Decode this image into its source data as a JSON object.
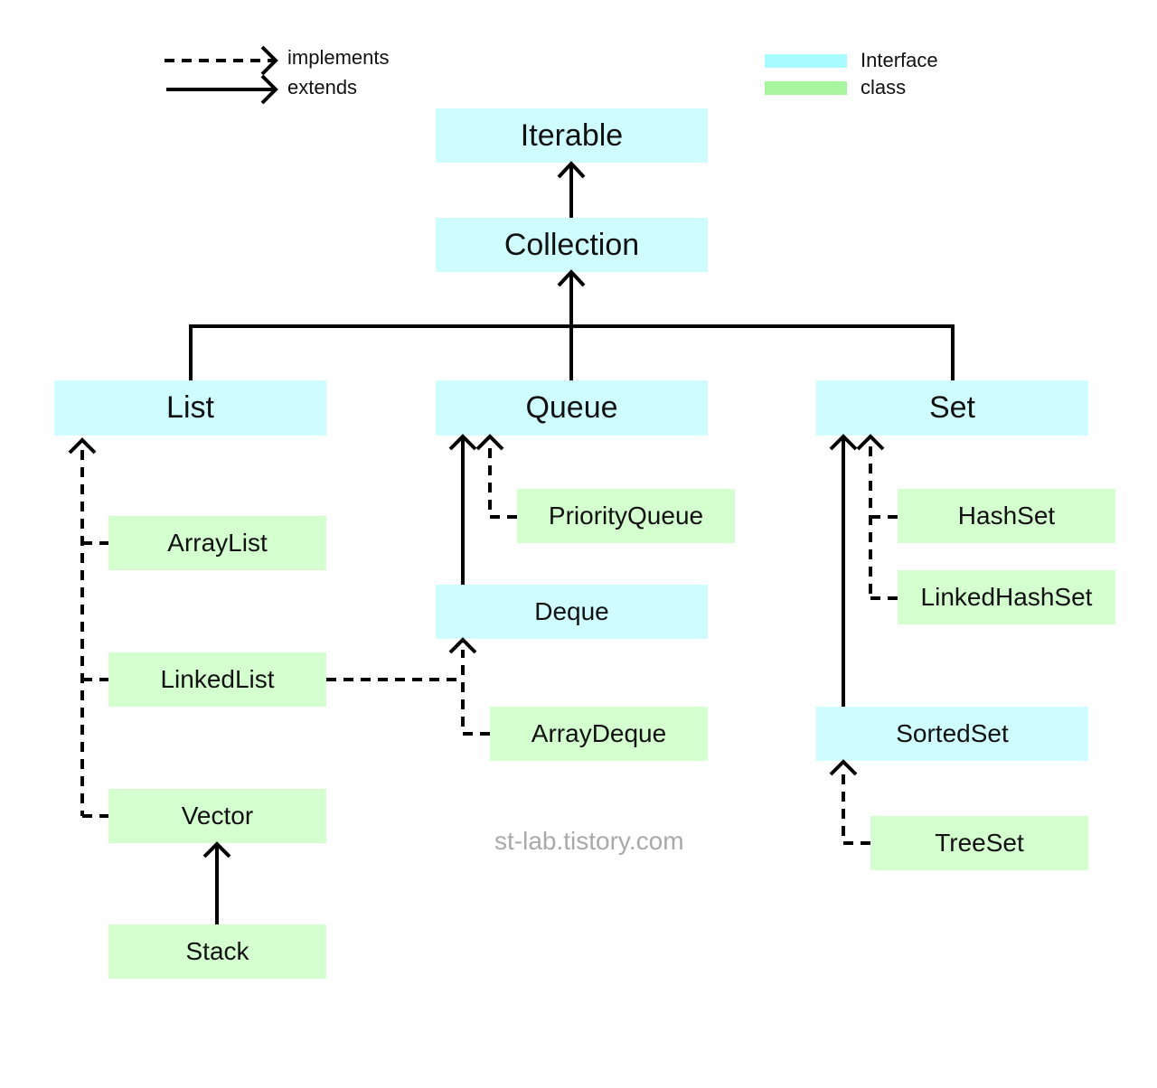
{
  "legend": {
    "implements_label": "implements",
    "extends_label": "extends",
    "interface_label": "Interface",
    "class_label": "class",
    "interface_color": "#cffcff",
    "class_color": "#d4ffcf",
    "interface_swatch_color": "#a8fbff",
    "class_swatch_color": "#a8f5a0"
  },
  "nodes": {
    "iterable": "Iterable",
    "collection": "Collection",
    "list": "List",
    "queue": "Queue",
    "set": "Set",
    "arraylist": "ArrayList",
    "linkedlist": "LinkedList",
    "vector": "Vector",
    "stack": "Stack",
    "priorityqueue": "PriorityQueue",
    "deque": "Deque",
    "arraydeque": "ArrayDeque",
    "hashset": "HashSet",
    "linkedhashset": "LinkedHashSet",
    "sortedset": "SortedSet",
    "treeset": "TreeSet"
  },
  "watermark": "st-lab.tistory.com"
}
